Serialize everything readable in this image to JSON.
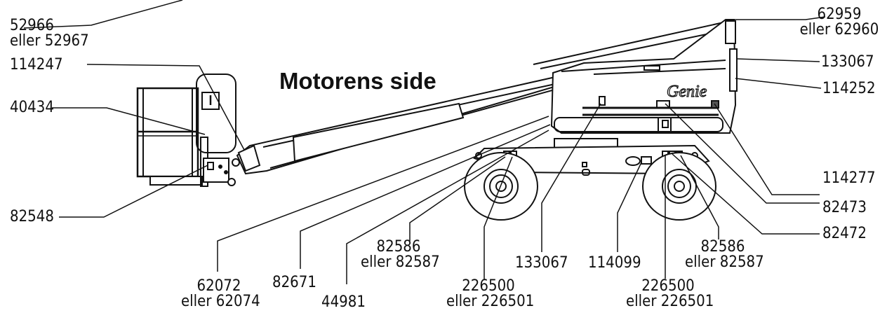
{
  "title": "Motorens  side",
  "brand": "Genie",
  "labels": {
    "l52966": {
      "line1": "52966",
      "line2": "eller 52967"
    },
    "l114247": "114247",
    "l40434": "40434",
    "l82548": "82548",
    "l62959": {
      "line1": "62959",
      "line2": "eller 62960"
    },
    "l133067_right": "133067",
    "l114252": "114252",
    "l114277": "114277",
    "l82473": "82473",
    "l82472": "82472",
    "l62072": {
      "line1": "62072",
      "line2": "eller 62074"
    },
    "l82671": "82671",
    "l44981": "44981",
    "l82586_left": {
      "line1": "82586",
      "line2": "eller 82587"
    },
    "l226500_left": {
      "line1": "226500",
      "line2": "eller 226501"
    },
    "l133067_bottom": "133067",
    "l114099": "114099",
    "l226500_right": {
      "line1": "226500",
      "line2": "eller 226501"
    },
    "l82586_right": {
      "line1": "82586",
      "line2": "eller 82587"
    }
  }
}
